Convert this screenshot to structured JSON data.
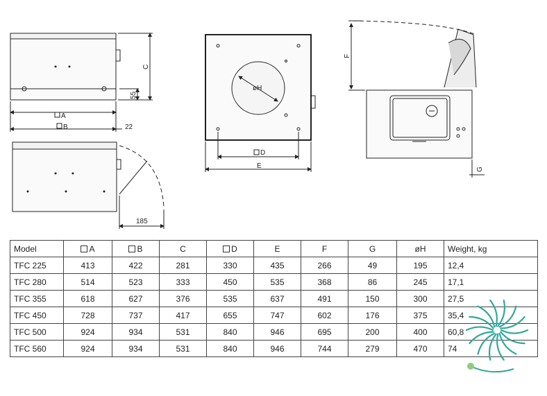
{
  "drawings": {
    "front_view": {
      "label_a": "A",
      "label_b": "B",
      "label_c": "C",
      "dim_55": "55",
      "dim_22": "22"
    },
    "top_view": {
      "label_h": "øH",
      "label_d": "D",
      "label_e": "E"
    },
    "side_view": {
      "label_f": "F",
      "label_g": "G"
    },
    "bottom_view": {
      "dim_185": "185"
    }
  },
  "table": {
    "headers": [
      {
        "text": "Model",
        "square": false
      },
      {
        "text": "A",
        "square": true
      },
      {
        "text": "B",
        "square": true
      },
      {
        "text": "C",
        "square": false
      },
      {
        "text": "D",
        "square": true
      },
      {
        "text": "E",
        "square": false
      },
      {
        "text": "F",
        "square": false
      },
      {
        "text": "G",
        "square": false
      },
      {
        "text": "øH",
        "square": false
      },
      {
        "text": "Weight, kg",
        "square": false
      }
    ],
    "rows": [
      [
        "TFC 225",
        "413",
        "422",
        "281",
        "330",
        "435",
        "266",
        "49",
        "195",
        "12,4"
      ],
      [
        "TFC 280",
        "514",
        "523",
        "333",
        "450",
        "535",
        "368",
        "86",
        "245",
        "17,1"
      ],
      [
        "TFC 355",
        "618",
        "627",
        "376",
        "535",
        "637",
        "491",
        "150",
        "300",
        "27,5"
      ],
      [
        "TFC 450",
        "728",
        "737",
        "417",
        "655",
        "747",
        "602",
        "176",
        "375",
        "35,4"
      ],
      [
        "TFC 500",
        "924",
        "934",
        "531",
        "840",
        "946",
        "695",
        "200",
        "400",
        "60,8"
      ],
      [
        "TFC 560",
        "924",
        "934",
        "531",
        "840",
        "946",
        "744",
        "279",
        "470",
        "74"
      ]
    ]
  },
  "colors": {
    "logo_teal": "#2fa89a",
    "logo_green": "#8ccf7a",
    "line": "#222222"
  }
}
